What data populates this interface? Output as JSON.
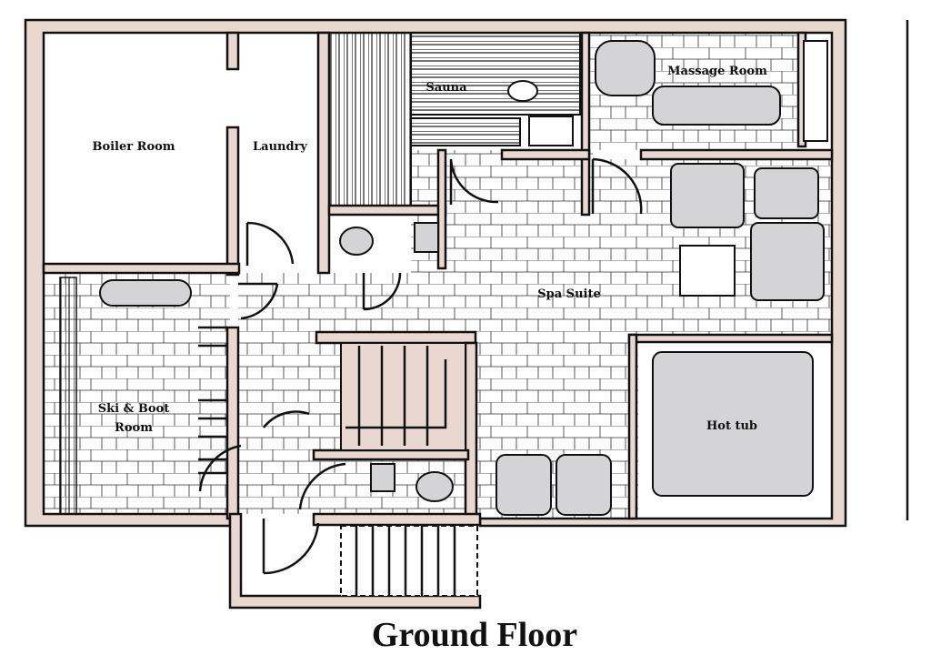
{
  "title": "Ground Floor",
  "rooms": {
    "boiler": "Boiler Room",
    "laundry": "Laundry",
    "sauna": "Sauna",
    "massage": "Massage Room",
    "spa": "Spa Suite",
    "ski_line1": "Ski & Boot",
    "ski_line2": "Room",
    "hottub": "Hot tub"
  },
  "colors": {
    "wall": "#e8d8d0",
    "fixture": "#d4d4d6",
    "stairs": "#e8d8d0"
  }
}
